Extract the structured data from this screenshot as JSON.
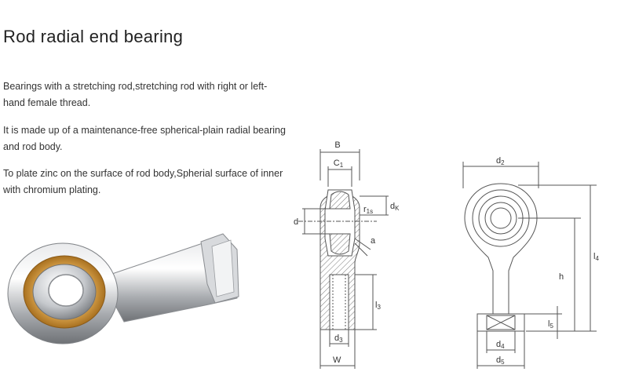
{
  "page": {
    "title": "Rod radial end bearing",
    "paragraphs": [
      "Bearings with a stretching rod,stretching rod with right or left-hand female thread.",
      "It is made up of a maintenance-free spherical-plain radial bearing and rod body.",
      "To plate zinc on the surface of rod body,Spherial surface of inner  with chromium plating."
    ]
  },
  "side_view": {
    "labels": {
      "B": "B",
      "C1": "C",
      "C1_sub": "1",
      "r1s": "r",
      "r1s_sub": "1s",
      "dK": "d",
      "dK_sub": "K",
      "d": "d",
      "a": "a",
      "l3": "l",
      "l3_sub": "3",
      "d3": "d",
      "d3_sub": "3",
      "W": "W"
    }
  },
  "front_view": {
    "labels": {
      "d2": "d",
      "d2_sub": "2",
      "l4": "l",
      "l4_sub": "4",
      "h": "h",
      "l5": "l",
      "l5_sub": "5",
      "d4": "d",
      "d4_sub": "4",
      "d5": "d",
      "d5_sub": "5"
    }
  },
  "colors": {
    "ring": "#c98a2a",
    "steel": "#b9bcc0",
    "line": "#555555"
  }
}
